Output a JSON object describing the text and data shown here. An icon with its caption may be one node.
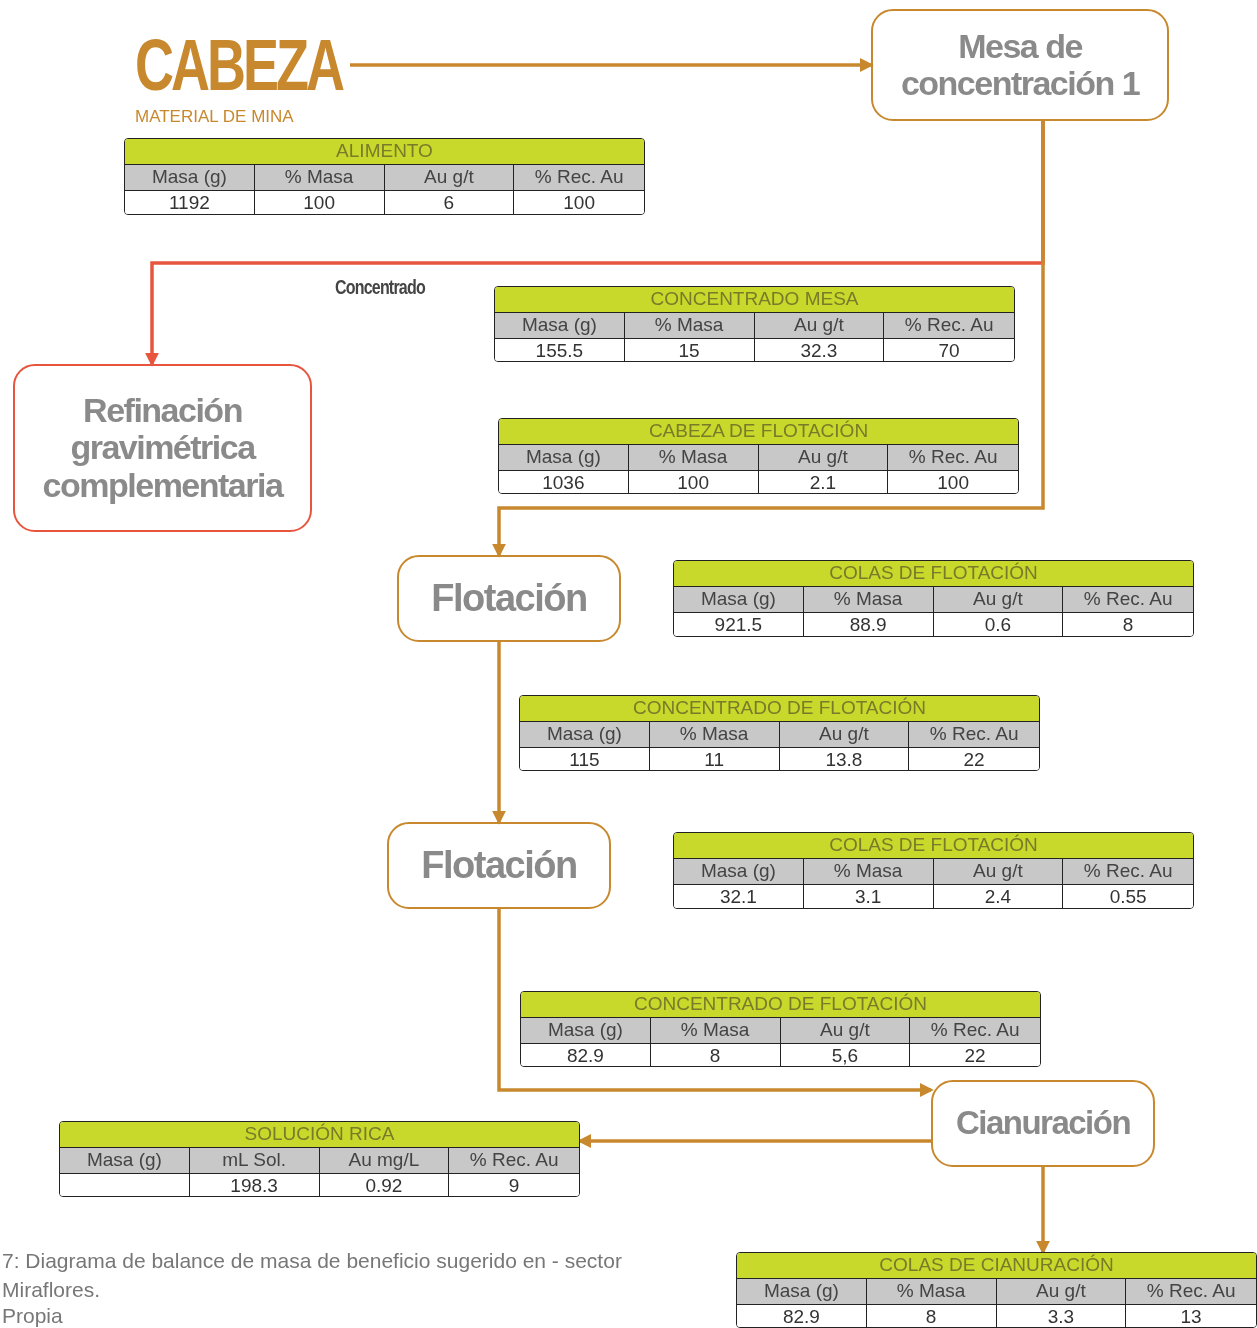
{
  "diagram": {
    "caption": "7: Diagrama de balance de masa de beneficio sugerido en - sector Miraflores.",
    "nodes": [
      {
        "text": [
          "CABEZA",
          "MATERIAL DE MINA"
        ]
      },
      {
        "text": [
          "Mesa de concentración 1"
        ]
      },
      {
        "text": [
          "ALIMENTO",
          "Masa (g)",
          "% Masa",
          "Au g/t",
          "% Rec. Au",
          "1192",
          "100",
          "6",
          "100"
        ]
      },
      {
        "text": [
          "Refinación gravimétrica complementaria"
        ]
      },
      {
        "text": [
          "CONCENTRADO MESA",
          "Masa (g)",
          "% Masa",
          "Au g/t",
          "% Rec. Au",
          "155.5",
          "15",
          "32.3",
          "70"
        ]
      },
      {
        "text": [
          "CABEZA DE FLOTACIÓN",
          "Masa (g)",
          "% Masa",
          "Au g/t",
          "% Rec. Au",
          "1036",
          "100",
          "2.1",
          "100"
        ]
      },
      {
        "text": [
          "Flotación"
        ]
      },
      {
        "text": [
          "COLAS DE FLOTACIÓN",
          "Masa (g)",
          "% Masa",
          "Au g/t",
          "% Rec. Au",
          "921.5",
          "88.9",
          "0.6",
          "8"
        ]
      },
      {
        "text": [
          "CONCENTRADO DE FLOTACIÓN",
          "Masa (g)",
          "% Masa",
          "Au g/t",
          "% Rec. Au",
          "115",
          "11",
          "13.8",
          "22"
        ]
      },
      {
        "text": [
          "Flotación"
        ]
      },
      {
        "text": [
          "COLAS DE FLOTACIÓN",
          "Masa (g)",
          "% Masa",
          "Au g/t",
          "% Rec. Au",
          "32.1",
          "3.1",
          "2.4",
          "0.55"
        ]
      },
      {
        "text": [
          "CONCENTRADO DE FLOTACIÓN",
          "Masa (g)",
          "% Masa",
          "Au g/t",
          "% Rec. Au",
          "82.9",
          "8",
          "5,6",
          "22"
        ]
      },
      {
        "text": [
          "Cianuración"
        ]
      },
      {
        "text": [
          "SOLUCIÓN RICA",
          "Masa (g)",
          "mL Sol.",
          "Au mg/L",
          "% Rec. Au",
          "198.3",
          "0.92",
          "9"
        ]
      },
      {
        "text": [
          "COLAS DE CIANURACIÓN",
          "Masa (g)",
          "% Masa",
          "Au g/t",
          "% Rec. Au",
          "82.9",
          "8",
          "3.3",
          "13"
        ]
      }
    ],
    "edges": [
      {
        "from": 0,
        "to": 1,
        "arrow": "to"
      },
      {
        "from": 1,
        "to": 6,
        "arrow": "to"
      },
      {
        "from": 1,
        "to": 3,
        "arrow": "to",
        "label": "Concentrado",
        "color": "#e8553f"
      },
      {
        "from": 6,
        "to": 9,
        "arrow": "to"
      },
      {
        "from": 9,
        "to": 12,
        "arrow": "to"
      },
      {
        "from": 12,
        "to": 13,
        "arrow": "to"
      },
      {
        "from": 12,
        "to": 14,
        "arrow": "to"
      }
    ],
    "labels": [
      "Propia"
    ]
  }
}
